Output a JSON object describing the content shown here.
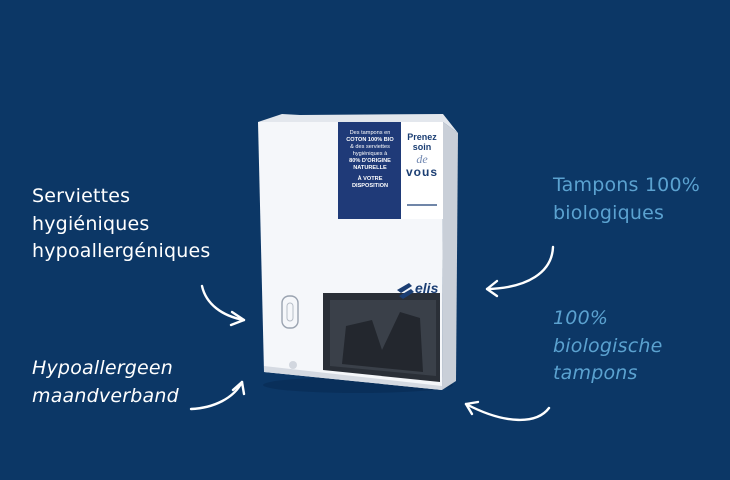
{
  "captions": {
    "top_left": [
      "Serviettes",
      "hygiéniques",
      "hypoallergéniques"
    ],
    "bottom_left": [
      "Hypoallergeen",
      "maandverband"
    ],
    "top_right": [
      "Tampons 100%",
      "biologiques"
    ],
    "bottom_right": [
      "100%",
      "biologische",
      "tampons"
    ]
  },
  "dispenser": {
    "panel_lines": [
      "Des tampons en",
      "COTON 100% BIO",
      "& des serviettes",
      "hygiéniques à",
      "80% D'ORIGINE",
      "NATURELLE",
      "À VOTRE",
      "DISPOSITION"
    ],
    "slogan": [
      "Prenez",
      "soin",
      "de",
      "vous"
    ],
    "brand": "elis"
  },
  "colors": {
    "background": "#0c3766",
    "caption_white": "#ffffff",
    "caption_blue": "#5ba2d0",
    "panel_navy": "#1f3a78",
    "arrow": "#ffffff"
  }
}
